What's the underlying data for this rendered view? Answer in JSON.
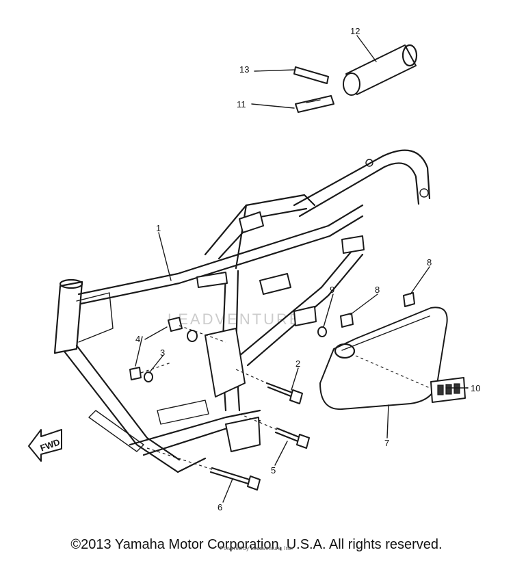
{
  "diagram": {
    "callouts": [
      "1",
      "2",
      "3",
      "4",
      "5",
      "6",
      "7",
      "8",
      "8",
      "9",
      "10",
      "11",
      "12",
      "13"
    ],
    "fwd_label": "FWD",
    "watermark": "LEADVENTURE"
  },
  "footer": {
    "copyright": "©2013 Yamaha Motor Corporation, U.S.A. All rights reserved.",
    "credit": "Powered by Leadventure, Inc."
  }
}
